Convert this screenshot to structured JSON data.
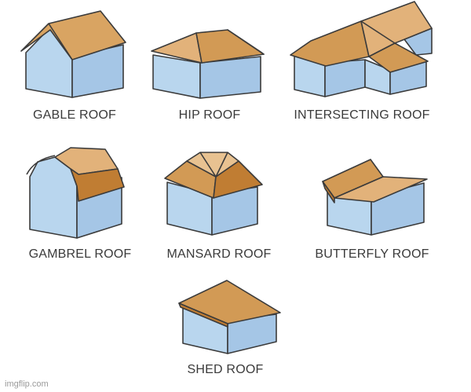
{
  "roofs": [
    {
      "id": "gable",
      "label": "GABLE ROOF"
    },
    {
      "id": "hip",
      "label": "HIP ROOF"
    },
    {
      "id": "intersecting",
      "label": "INTERSECTING ROOF"
    },
    {
      "id": "gambrel",
      "label": "GAMBREL ROOF"
    },
    {
      "id": "mansard",
      "label": "MANSARD ROOF"
    },
    {
      "id": "butterfly",
      "label": "BUTTERFLY ROOF"
    },
    {
      "id": "shed",
      "label": "SHED ROOF"
    }
  ],
  "watermark": "imgflip.com",
  "colors": {
    "wall_front": "#b9d6ee",
    "wall_side": "#a5c6e6",
    "roof_light": "#e2b27a",
    "roof_mid": "#d29a55",
    "roof_dark": "#c07d33",
    "outline": "#3b3b3b"
  }
}
